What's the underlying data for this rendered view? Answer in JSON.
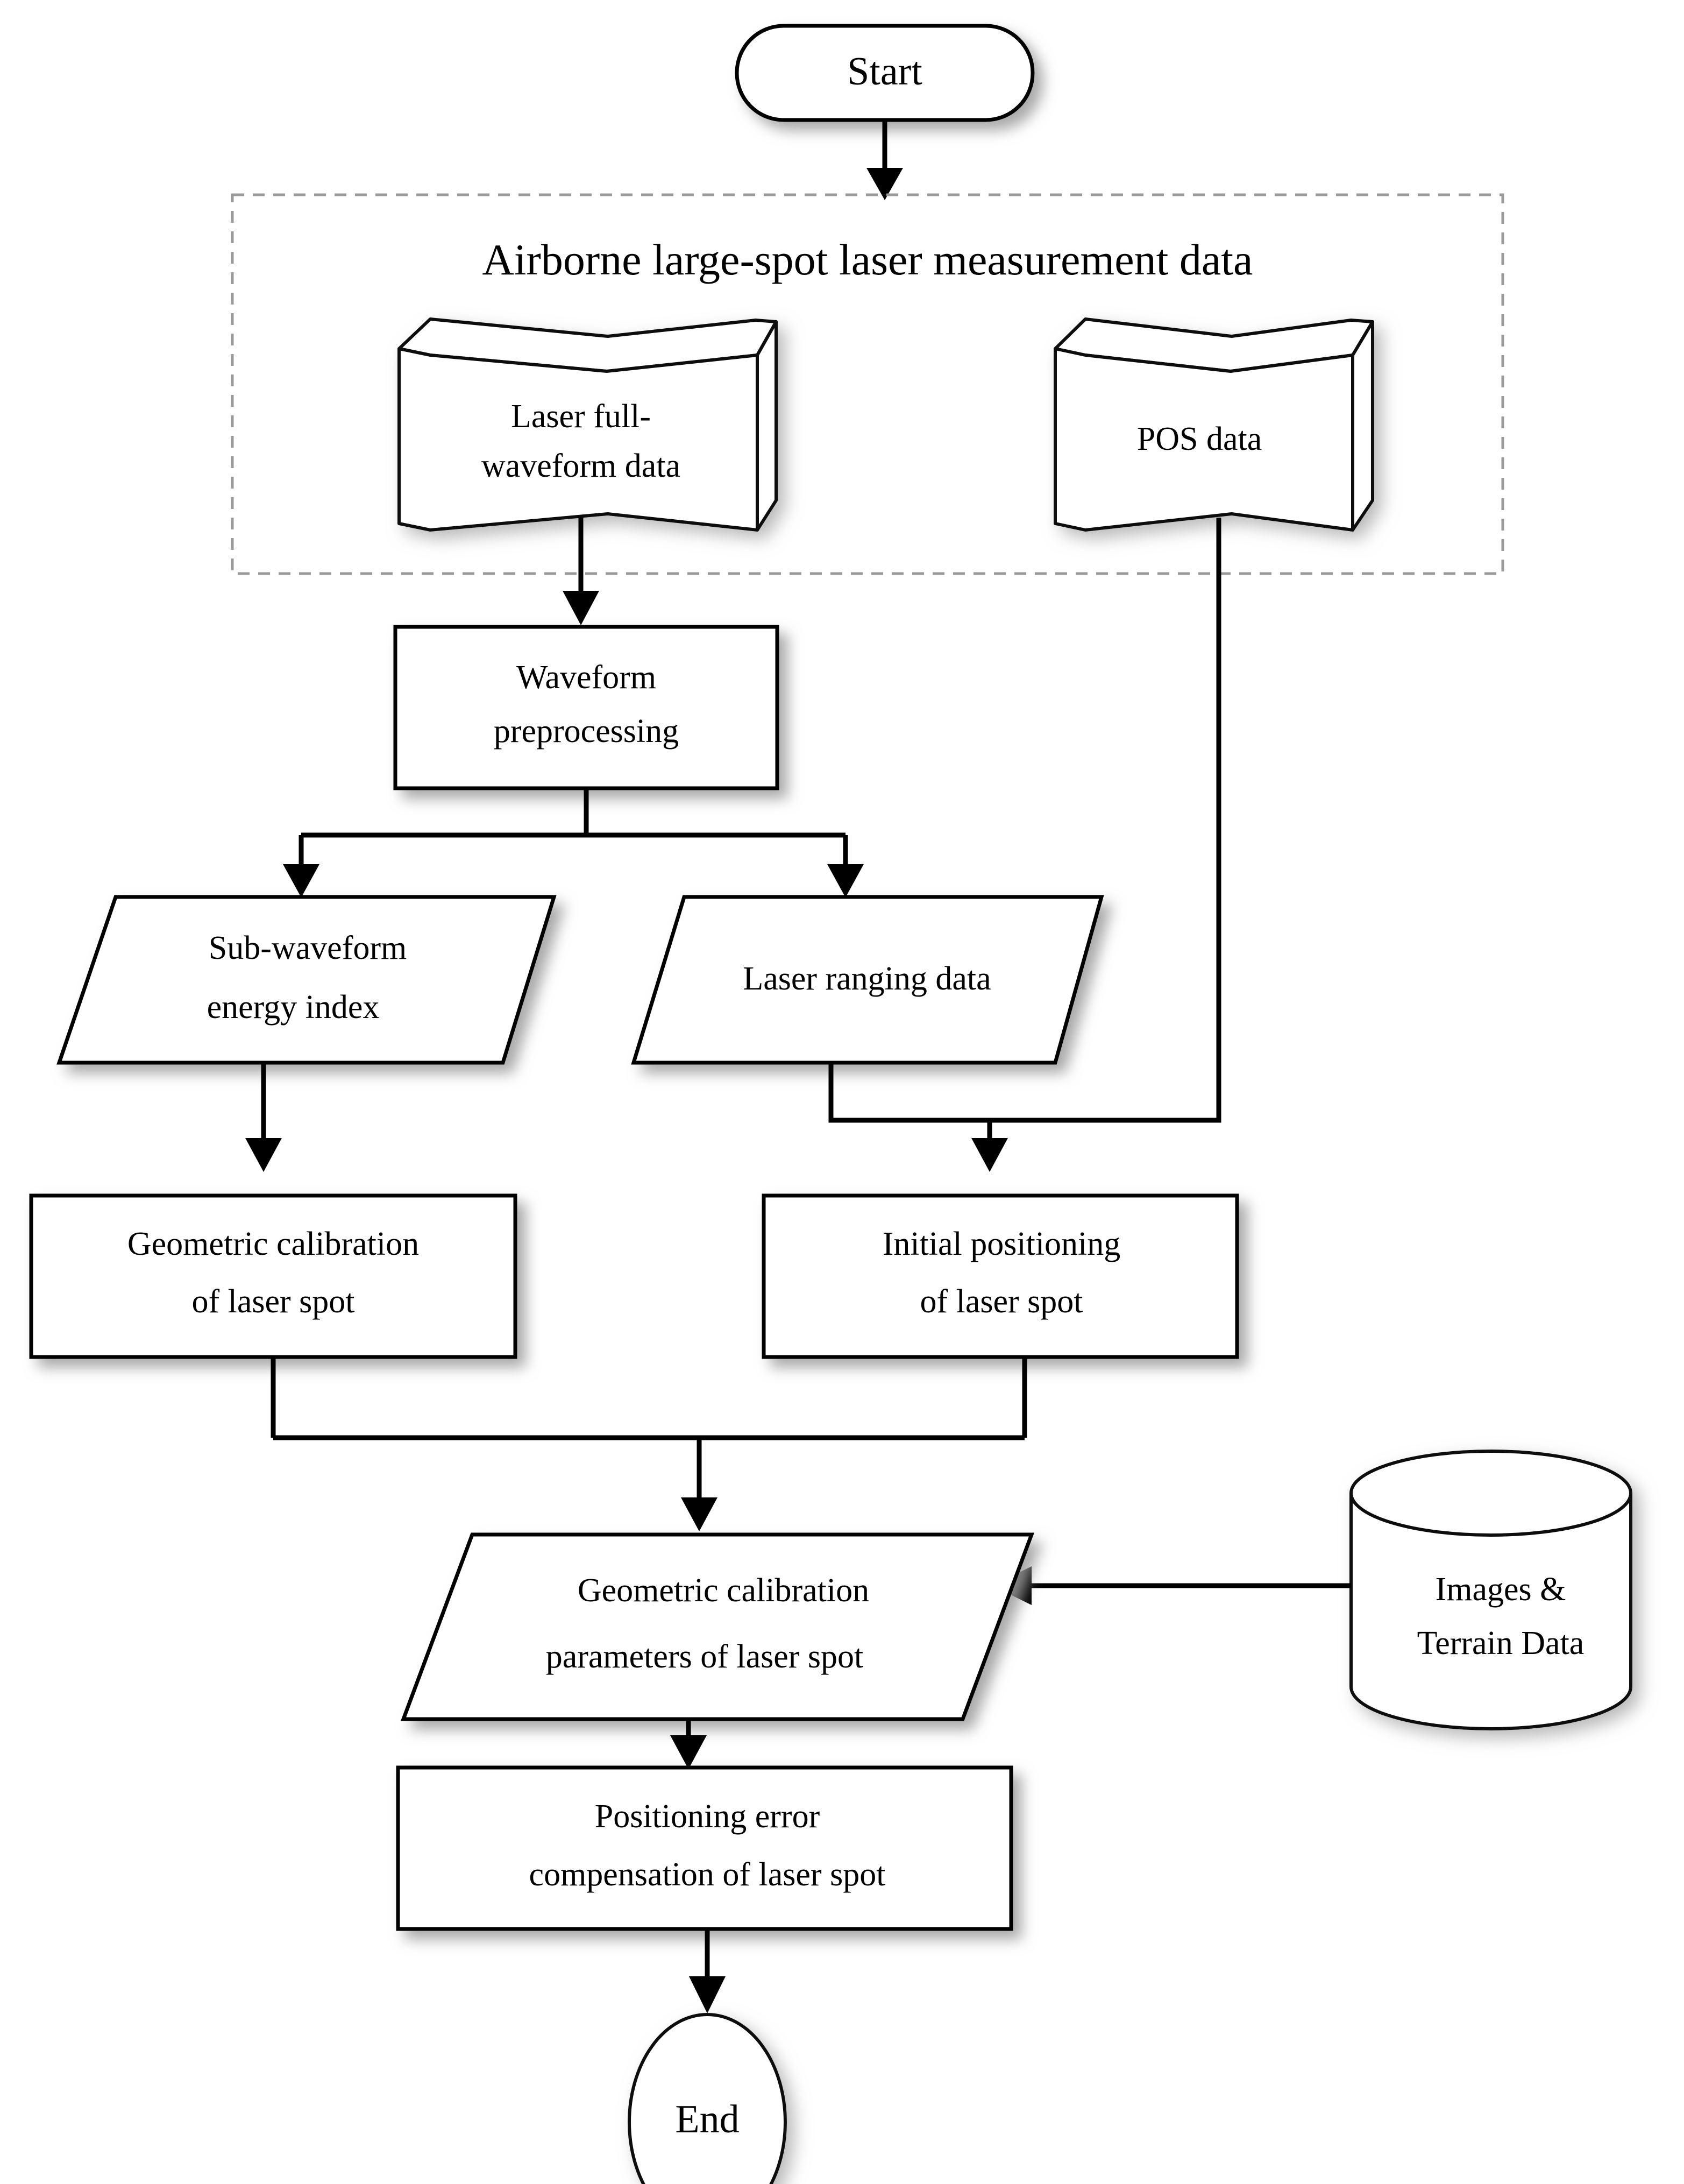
{
  "diagram": {
    "title": "Airborne large-spot laser measurement data flowchart",
    "colors": {
      "background": "#ffffff",
      "stroke": "#000000",
      "group_frame": "#999999",
      "shadow": "#bdbdbd"
    },
    "group": {
      "label": "Airborne large-spot laser measurement data"
    },
    "nodes": {
      "start": {
        "label": "Start",
        "shape": "terminator"
      },
      "laser_full_waveform_data": {
        "label_line1": "Laser full-",
        "label_line2": "waveform data",
        "shape": "stored-data-3d"
      },
      "pos_data": {
        "label": "POS data",
        "shape": "stored-data-3d"
      },
      "waveform_preprocessing": {
        "label_line1": "Waveform",
        "label_line2": "preprocessing",
        "shape": "process"
      },
      "sub_waveform_energy_index": {
        "label_line1": "Sub-waveform",
        "label_line2": "energy index",
        "shape": "data-parallelogram"
      },
      "laser_ranging_data": {
        "label": "Laser ranging data",
        "shape": "data-parallelogram"
      },
      "geometric_calibration_of_laser_spot": {
        "label_line1": "Geometric calibration",
        "label_line2": "of laser spot",
        "shape": "process"
      },
      "initial_positioning_of_laser_spot": {
        "label_line1": "Initial positioning",
        "label_line2": "of laser spot",
        "shape": "process"
      },
      "geometric_calibration_parameters": {
        "label_line1": "Geometric calibration",
        "label_line2": "parameters of laser spot",
        "shape": "data-parallelogram"
      },
      "images_terrain_data": {
        "label_line1": "Images &",
        "label_line2": "Terrain Data",
        "shape": "database-cylinder"
      },
      "positioning_error_compensation": {
        "label_line1": "Positioning error",
        "label_line2": "compensation of laser spot",
        "shape": "process"
      },
      "end": {
        "label": "End",
        "shape": "terminator-circle"
      }
    },
    "edges": [
      {
        "from": "start",
        "to": "group"
      },
      {
        "from": "laser_full_waveform_data",
        "to": "waveform_preprocessing"
      },
      {
        "from": "waveform_preprocessing",
        "to": "sub_waveform_energy_index"
      },
      {
        "from": "waveform_preprocessing",
        "to": "laser_ranging_data"
      },
      {
        "from": "sub_waveform_energy_index",
        "to": "geometric_calibration_of_laser_spot"
      },
      {
        "from": "laser_ranging_data",
        "to": "initial_positioning_of_laser_spot"
      },
      {
        "from": "pos_data",
        "to": "initial_positioning_of_laser_spot"
      },
      {
        "from": "geometric_calibration_of_laser_spot",
        "to": "geometric_calibration_parameters"
      },
      {
        "from": "initial_positioning_of_laser_spot",
        "to": "geometric_calibration_parameters"
      },
      {
        "from": "images_terrain_data",
        "to": "geometric_calibration_parameters"
      },
      {
        "from": "geometric_calibration_parameters",
        "to": "positioning_error_compensation"
      },
      {
        "from": "positioning_error_compensation",
        "to": "end"
      }
    ]
  }
}
